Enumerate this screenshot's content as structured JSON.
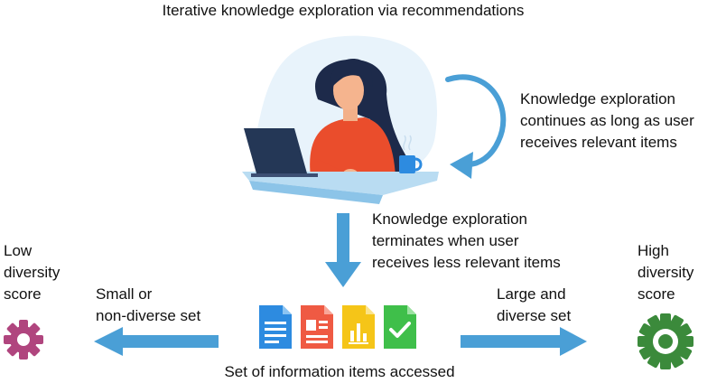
{
  "title": "Iterative knowledge exploration via recommendations",
  "loop_label": [
    "Knowledge exploration",
    "continues as long as user",
    "receives relevant items"
  ],
  "terminate_label": [
    "Knowledge exploration",
    "terminates when user",
    "receives less relevant items"
  ],
  "low_label": [
    "Low",
    "diversity",
    "score"
  ],
  "high_label": [
    "High",
    "diversity",
    "score"
  ],
  "small_label": [
    "Small or",
    "non-diverse set"
  ],
  "large_label": [
    "Large and",
    "diverse set"
  ],
  "caption": "Set of information items accessed",
  "colors": {
    "arrow": "#4a9fd6",
    "low_gear": "#b0457e",
    "high_gear": "#3b8a3b",
    "doc_blue": "#2d8be0",
    "doc_red": "#ef5a43",
    "doc_yellow": "#f5c518",
    "doc_green": "#3fbf4a"
  },
  "icons": [
    "person-laptop-illustration",
    "loop-arrow-icon",
    "down-arrow-icon",
    "left-arrow-icon",
    "right-arrow-icon",
    "low-gear-icon",
    "high-gear-icon",
    "text-document-icon",
    "layout-document-icon",
    "chart-document-icon",
    "check-document-icon"
  ]
}
